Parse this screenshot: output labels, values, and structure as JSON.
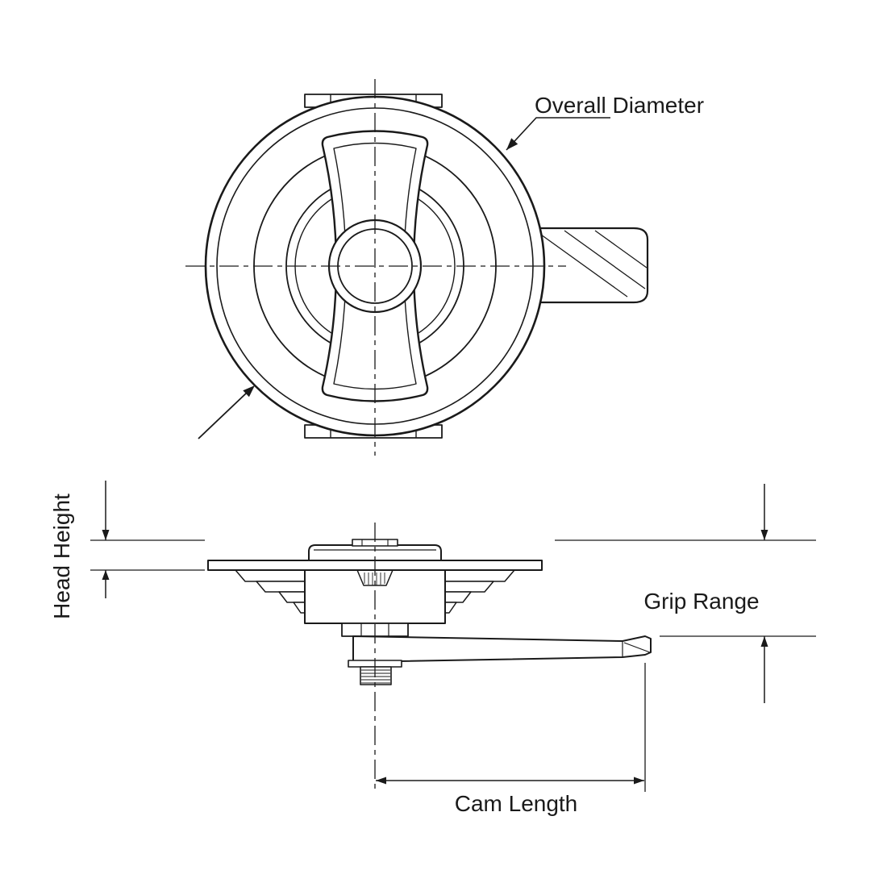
{
  "canvas": {
    "background": "#ffffff",
    "line_color": "#1a1a1a"
  },
  "labels": {
    "overall_diameter": "Overall Diameter",
    "head_height": "Head Height",
    "grip_range": "Grip Range",
    "cam_length": "Cam Length"
  }
}
